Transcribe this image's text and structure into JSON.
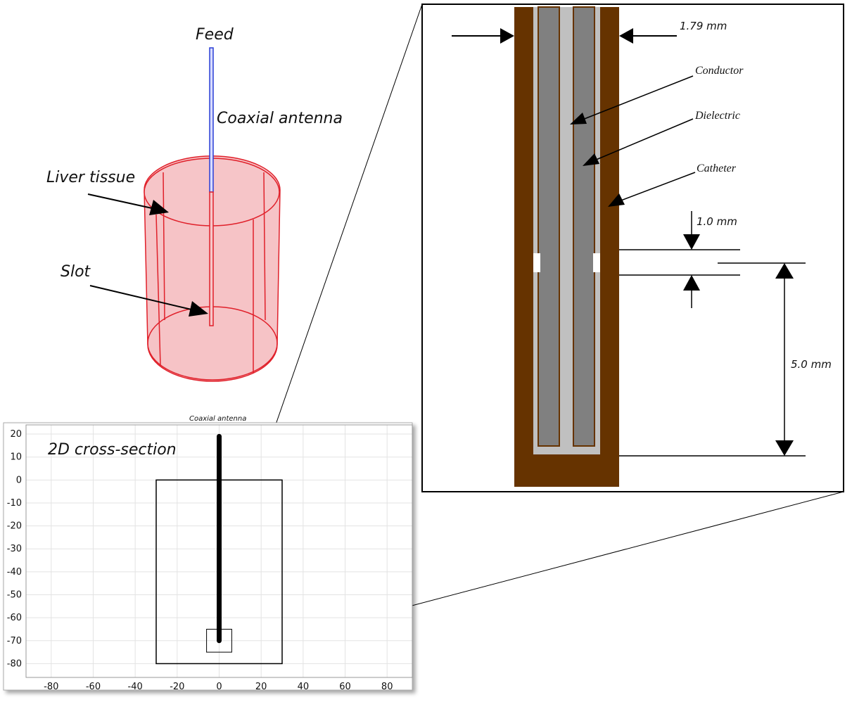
{
  "model3d": {
    "feed_label": "Feed",
    "coaxial_label": "Coaxial antenna",
    "liver_label": "Liver tissue",
    "slot_label": "Slot",
    "colors": {
      "tissue_fill": "#f4b9bc",
      "tissue_edge": "#e0202a",
      "feed_line": "#2a3fd6"
    }
  },
  "zoom": {
    "dimension_labels": {
      "width": "1.79 mm",
      "slot": "1.0 mm",
      "distance": "5.0 mm"
    },
    "part_labels": {
      "conductor": "Conductor",
      "dielectric": "Dielectric",
      "catheter": "Catheter"
    },
    "colors": {
      "catheter": "#663300",
      "dielectric": "#c0c0c0",
      "conductor": "#808080"
    }
  },
  "plot2d": {
    "title": "Coaxial antenna",
    "overlay_label": "2D cross-section",
    "x_ticks": [
      "-80",
      "-60",
      "-40",
      "-20",
      "0",
      "20",
      "40",
      "60",
      "80"
    ],
    "y_ticks": [
      "20",
      "10",
      "0",
      "-10",
      "-20",
      "-30",
      "-40",
      "-50",
      "-60",
      "-70",
      "-80"
    ],
    "chart_data": {
      "type": "diagram",
      "xlim": [
        -92,
        92
      ],
      "ylim": [
        -86,
        24
      ],
      "grid": true,
      "tissue_rect": {
        "x": [
          -30,
          30
        ],
        "y": [
          -80,
          0
        ]
      },
      "antenna_line": {
        "x": 0,
        "y": [
          19,
          -70
        ]
      },
      "zoom_box": {
        "x": [
          -6,
          6
        ],
        "y": [
          -65,
          -75
        ]
      }
    }
  }
}
